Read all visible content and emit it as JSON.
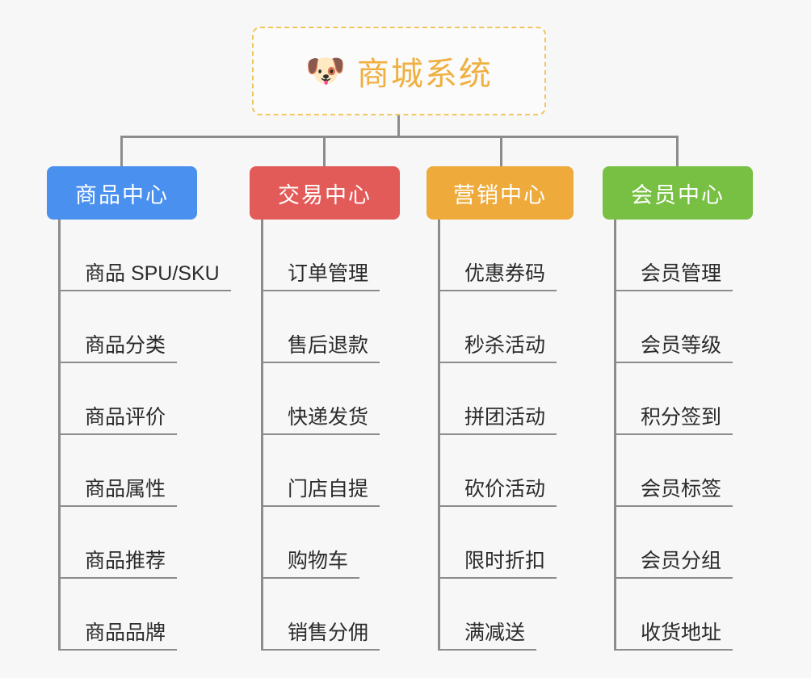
{
  "page": {
    "background_color": "#f7f7f7",
    "line_color": "#8c8c8c",
    "leaf_text_color": "#2b2b2b"
  },
  "root": {
    "icon": "dog-face-emoji",
    "icon_glyph": "🐶",
    "title": "商城系统",
    "title_color": "#efb040",
    "border_color": "#f3c55f",
    "border_style": "dashed"
  },
  "branches": [
    {
      "id": "product-center",
      "label": "商品中心",
      "color": "#4a90ee",
      "items": [
        {
          "label": "商品 SPU/SKU"
        },
        {
          "label": "商品分类"
        },
        {
          "label": "商品评价"
        },
        {
          "label": "商品属性"
        },
        {
          "label": "商品推荐"
        },
        {
          "label": "商品品牌"
        }
      ]
    },
    {
      "id": "trade-center",
      "label": "交易中心",
      "color": "#e35b58",
      "items": [
        {
          "label": "订单管理"
        },
        {
          "label": "售后退款"
        },
        {
          "label": "快递发货"
        },
        {
          "label": "门店自提"
        },
        {
          "label": "购物车"
        },
        {
          "label": "销售分佣"
        }
      ]
    },
    {
      "id": "marketing-center",
      "label": "营销中心",
      "color": "#eeab3c",
      "items": [
        {
          "label": "优惠券码"
        },
        {
          "label": "秒杀活动"
        },
        {
          "label": "拼团活动"
        },
        {
          "label": "砍价活动"
        },
        {
          "label": "限时折扣"
        },
        {
          "label": "满减送"
        }
      ]
    },
    {
      "id": "member-center",
      "label": "会员中心",
      "color": "#78c043",
      "items": [
        {
          "label": "会员管理"
        },
        {
          "label": "会员等级"
        },
        {
          "label": "积分签到"
        },
        {
          "label": "会员标签"
        },
        {
          "label": "会员分组"
        },
        {
          "label": "收货地址"
        }
      ]
    }
  ]
}
